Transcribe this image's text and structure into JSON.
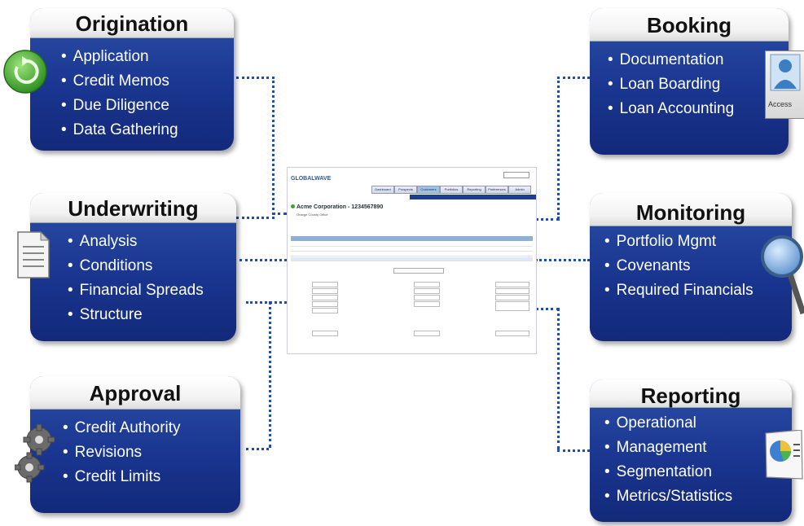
{
  "cards": {
    "origination": {
      "title": "Origination",
      "items": [
        "Application",
        "Credit Memos",
        "Due Diligence",
        "Data Gathering"
      ]
    },
    "underwriting": {
      "title": "Underwriting",
      "items": [
        "Analysis",
        "Conditions",
        "Financial Spreads",
        "Structure"
      ]
    },
    "approval": {
      "title": "Approval",
      "items": [
        "Credit Authority",
        "Revisions",
        "Credit Limits"
      ]
    },
    "booking": {
      "title": "Booking",
      "items": [
        "Documentation",
        "Loan Boarding",
        "Loan Accounting"
      ]
    },
    "monitoring": {
      "title": "Monitoring",
      "items": [
        "Portfolio Mgmt",
        "Covenants",
        "Required Financials"
      ]
    },
    "reporting": {
      "title": "Reporting",
      "items": [
        "Operational",
        "Management",
        "Segmentation",
        "Metrics/Statistics"
      ]
    }
  },
  "screen": {
    "logo": "GLOBALWAVE",
    "company": "Acme Corporation - 1234567890",
    "office": "Orange County Office",
    "tabs": [
      "Dashboard",
      "Prospects",
      "Customers",
      "Portfolios",
      "Reporting",
      "Preferences",
      "Admin"
    ]
  },
  "icons": {
    "access_label": "Access"
  },
  "colors": {
    "card_blue": "#1a3690",
    "connector": "#1e4fb0"
  }
}
